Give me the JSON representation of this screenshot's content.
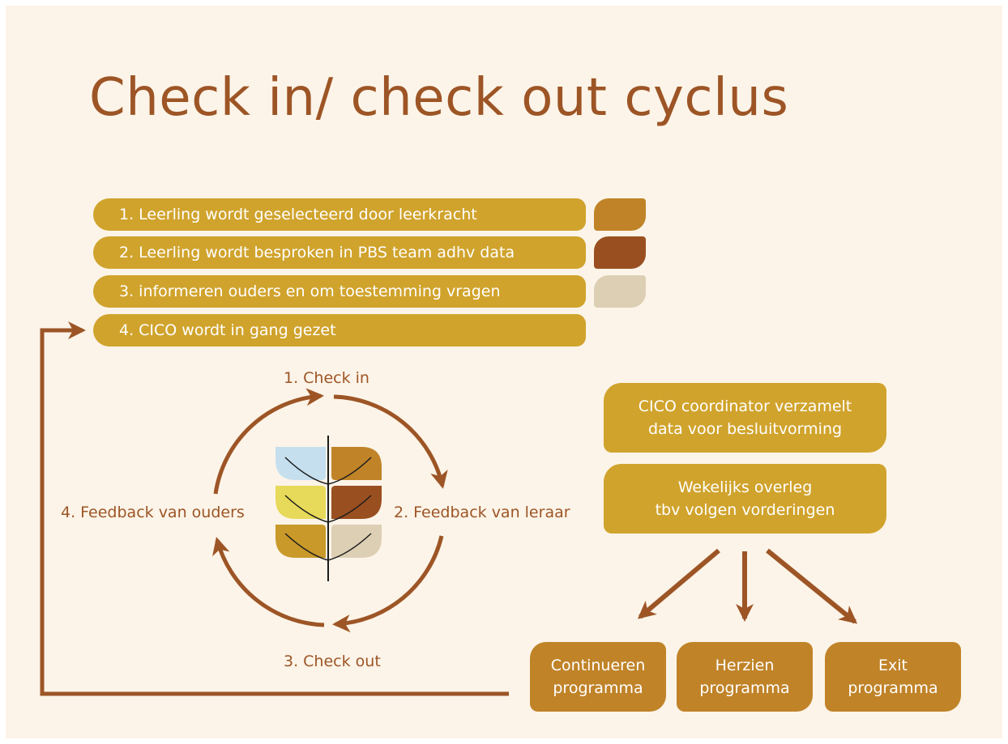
{
  "title": "Check in/ check out cyclus",
  "steps": [
    {
      "label": "1. Leerling wordt geselecteerd door leerkracht",
      "swatch": "#c08328"
    },
    {
      "label": "2. Leerling wordt besproken in PBS team adhv data",
      "swatch": "#9a4f20"
    },
    {
      "label": "3. informeren ouders en om toestemming vragen",
      "swatch": "#ddcfb4"
    },
    {
      "label": "4. CICO wordt in gang gezet"
    }
  ],
  "cycle": {
    "check_in": "1. Check in",
    "feedback_teacher": "2. Feedback van leraar",
    "check_out": "3. Check out",
    "feedback_parents": "4. Feedback van ouders"
  },
  "decision": {
    "coordinator": [
      "CICO coordinator verzamelt",
      "data voor besluitvorming"
    ],
    "weekly": [
      "Wekelijks overleg",
      "tbv volgen vorderingen"
    ]
  },
  "outcomes": [
    {
      "line1": "Continueren",
      "line2": "programma"
    },
    {
      "line1": "Herzien",
      "line2": "programma"
    },
    {
      "line1": "Exit",
      "line2": "programma"
    }
  ],
  "colors": {
    "gold": "#d0a32c",
    "ochre": "#c08328",
    "brown": "#9d5526",
    "beige": "#ddcfb4",
    "light_blue": "#c5dfee",
    "yellow": "#e7d959",
    "background": "#fcf4e8"
  }
}
